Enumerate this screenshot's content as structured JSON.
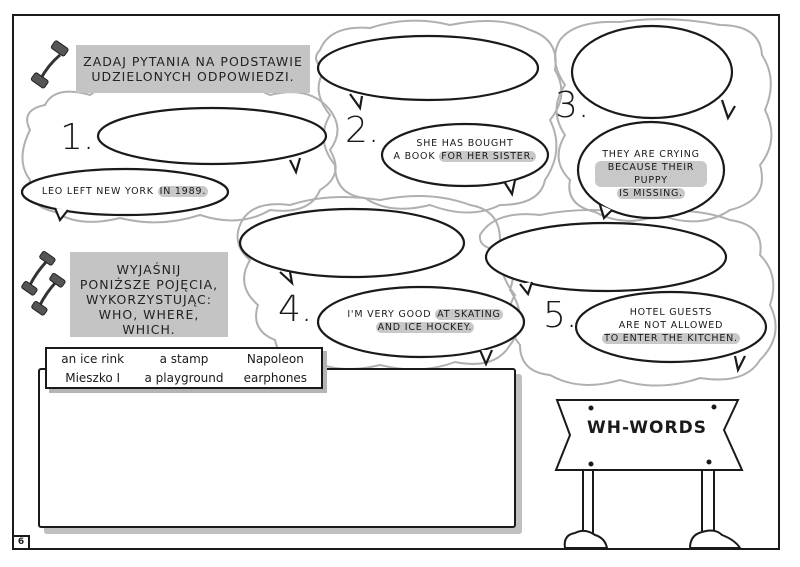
{
  "page": {
    "number": "6"
  },
  "section1": {
    "instruction_lines": [
      "ZADAJ PYTANIA NA PODSTAWIE",
      "UDZIELONYCH ODPOWIEDZI."
    ],
    "icon": "dumbbell-icon",
    "items": [
      {
        "number": "1.",
        "answer_lines": [
          "LEO LEFT NEW YORK IN 1989."
        ],
        "highlight": "IN 1989.",
        "question": ""
      },
      {
        "number": "2.",
        "answer_lines": [
          "SHE HAS BOUGHT",
          "A BOOK FOR HER SISTER."
        ],
        "highlight": "FOR HER SISTER.",
        "question": ""
      },
      {
        "number": "3.",
        "answer_lines": [
          "THEY ARE CRYING",
          "BECAUSE THEIR PUPPY",
          "IS MISSING."
        ],
        "highlight": "BECAUSE THEIR PUPPY IS MISSING.",
        "question": ""
      },
      {
        "number": "4.",
        "answer_lines": [
          "I'M VERY GOOD AT SKATING",
          "AND ICE HOCKEY."
        ],
        "highlight": "AT SKATING AND ICE HOCKEY.",
        "question": ""
      },
      {
        "number": "5.",
        "answer_lines": [
          "HOTEL GUESTS",
          "ARE NOT ALLOWED",
          "TO ENTER THE KITCHEN."
        ],
        "highlight": "TO ENTER THE KITCHEN.",
        "question": ""
      }
    ]
  },
  "section2": {
    "instruction_lines": [
      "WYJAŚNIJ",
      "PONIŻSZE POJĘCIA,",
      "WYKORZYSTUJĄC:",
      "WHO, WHERE, WHICH."
    ],
    "icon": "double-dumbbell-icon",
    "terms": [
      "an ice rink",
      "a stamp",
      "Napoleon",
      "Mieszko I",
      "a playground",
      "earphones"
    ],
    "answer_text": ""
  },
  "sign": {
    "label": "WH-WORDS"
  },
  "colors": {
    "ink": "#1a1a1a",
    "instruction_bg": "#c4c4c4",
    "highlight": "#c8c8c8",
    "cloud_outline": "#b0b0b0"
  }
}
